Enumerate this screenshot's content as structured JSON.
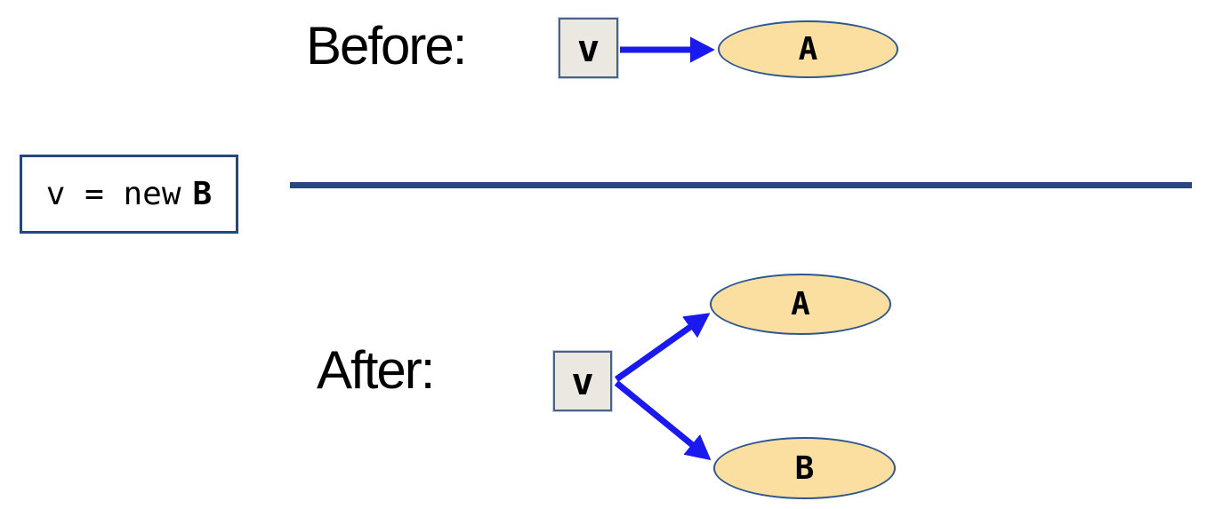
{
  "before": {
    "label": "Before:",
    "variable": "v",
    "objects": [
      {
        "label": "A"
      }
    ]
  },
  "code": {
    "segments": [
      {
        "text": "v = new",
        "bold": false
      },
      {
        "text": "B",
        "bold": true
      }
    ]
  },
  "after": {
    "label": "After:",
    "variable": "v",
    "objects": [
      {
        "label": "A"
      },
      {
        "label": "B"
      }
    ]
  },
  "colors": {
    "arrow_blue": "#1a1aee",
    "ellipse_fill": "#fbdfa0",
    "ellipse_border": "#2e5690",
    "box_fill": "#eae8e1",
    "box_border": "#48628c",
    "code_border": "#24477e",
    "divider": "#28497c",
    "text": "#000000",
    "background": "#ffffff"
  }
}
